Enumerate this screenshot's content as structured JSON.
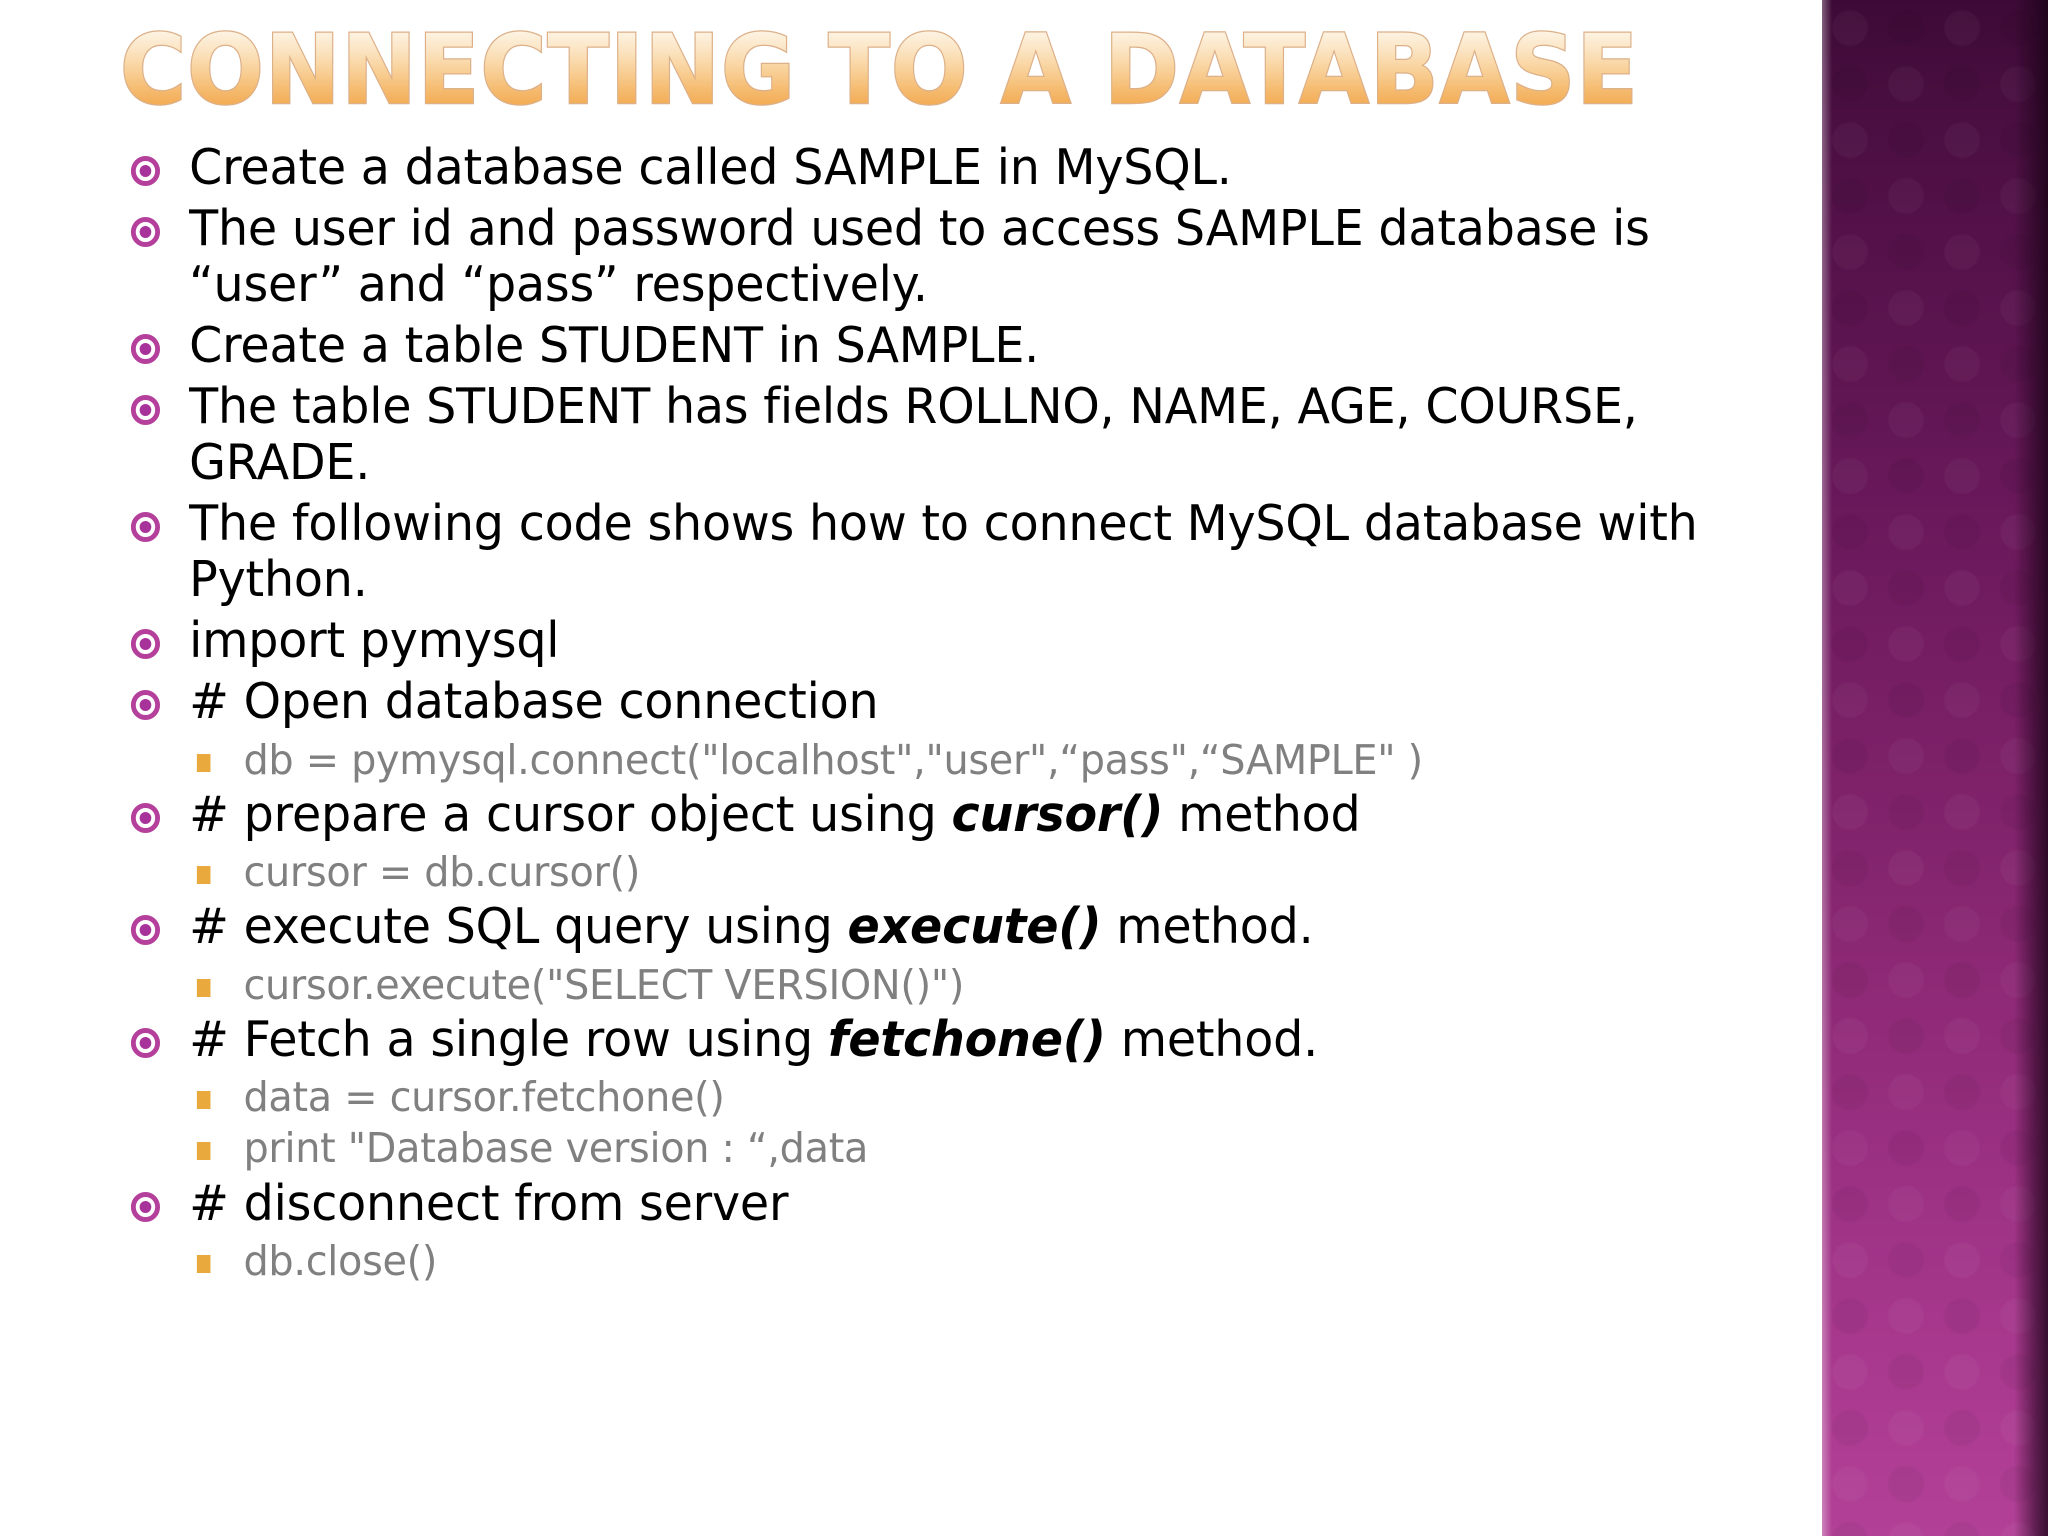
{
  "slide": {
    "title": "CONNECTING TO A DATABASE",
    "theme": {
      "title_gradient_top": "#fdf3e2",
      "title_gradient_bottom": "#f0a047",
      "title_outline": "#dcb089",
      "bullet_level1_color": "#b4409c",
      "bullet_level2_color": "#e9a93c",
      "body_text_color": "#000000",
      "code_text_color": "#808080",
      "band_top_color": "#3d0a36",
      "band_bottom_color": "#b14096",
      "background": "#ffffff"
    }
  },
  "bullets": [
    {
      "level": 1,
      "text": "Create a database called SAMPLE in MySQL."
    },
    {
      "level": 1,
      "text": "The user id and password used to access SAMPLE database is “user” and “pass” respectively."
    },
    {
      "level": 1,
      "text": "Create a table STUDENT in SAMPLE."
    },
    {
      "level": 1,
      "text": "The table STUDENT has fields ROLLNO, NAME, AGE, COURSE, GRADE."
    },
    {
      "level": 1,
      "text": "The following code shows how to connect MySQL database with Python."
    },
    {
      "level": 1,
      "text": "import pymysql"
    },
    {
      "level": 1,
      "text": "# Open database connection"
    },
    {
      "level": 2,
      "text": "db = pymysql.connect(\"localhost\",\"user\",“pass\",“SAMPLE\" )"
    },
    {
      "level": 1,
      "prefix": "# prepare a cursor object using ",
      "emphasis": "cursor()",
      "suffix": " method"
    },
    {
      "level": 2,
      "text": "cursor = db.cursor()"
    },
    {
      "level": 1,
      "prefix": "# execute SQL query using ",
      "emphasis": "execute()",
      "suffix": " method."
    },
    {
      "level": 2,
      "text": "cursor.execute(\"SELECT VERSION()\")"
    },
    {
      "level": 1,
      "prefix": "# Fetch a single row using ",
      "emphasis": "fetchone()",
      "suffix": " method."
    },
    {
      "level": 2,
      "text": "data = cursor.fetchone()"
    },
    {
      "level": 2,
      "text": " print \"Database version : “,data"
    },
    {
      "level": 1,
      "text": "# disconnect from server"
    },
    {
      "level": 2,
      "text": "db.close()"
    }
  ]
}
